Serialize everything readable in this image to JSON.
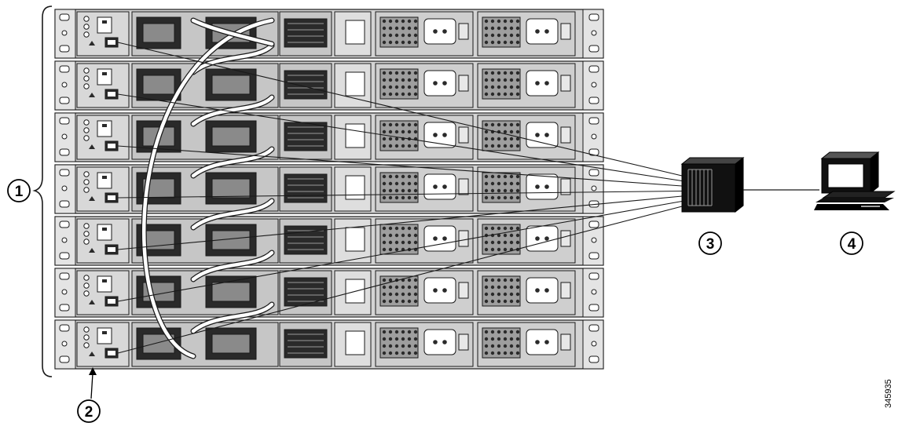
{
  "diagram": {
    "switch_count": 7,
    "callouts": [
      {
        "id": "switch-stack",
        "label": "1"
      },
      {
        "id": "console-port",
        "label": "2"
      },
      {
        "id": "terminal-server",
        "label": "3"
      },
      {
        "id": "management-pc",
        "label": "4"
      }
    ],
    "figure_id": "345935",
    "colors": {
      "stroke": "#1a1a1a",
      "chassis": "#d4d4d4",
      "panel": "#c6c6c6",
      "dark": "#2a2a2a",
      "device": "#111111",
      "cable": "#ffffff"
    },
    "icons": [
      "bracket-icon",
      "switch-chassis-icon",
      "console-port-icon",
      "stack-cable-icon",
      "power-supply-icon",
      "terminal-server-icon",
      "computer-icon",
      "arrow-icon"
    ]
  }
}
